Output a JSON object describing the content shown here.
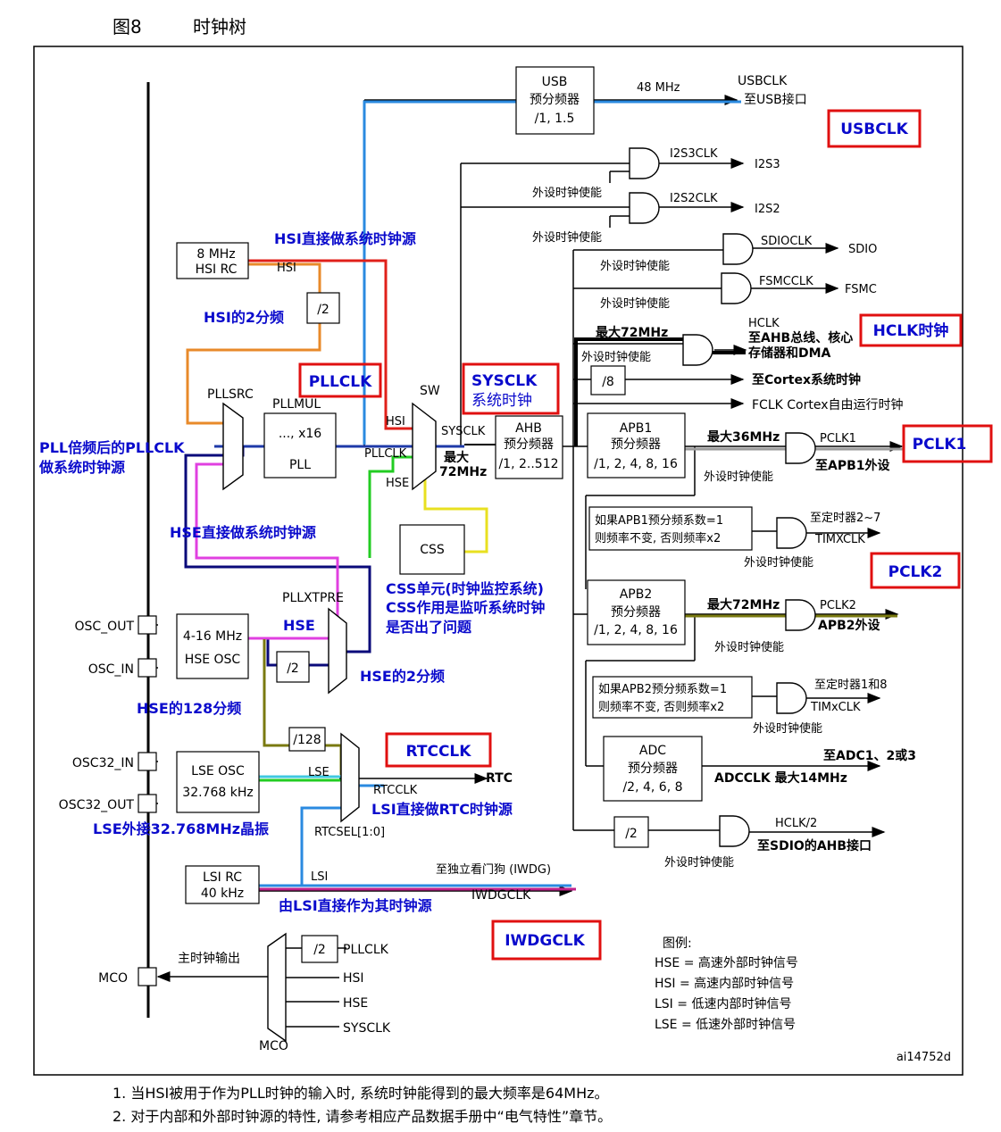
{
  "figure": {
    "number": "图8",
    "title": "时钟树"
  },
  "blocks": {
    "usb_prescaler": [
      "USB",
      "预分频器",
      "/1, 1.5"
    ],
    "hsi_rc": [
      "8 MHz",
      "HSI RC"
    ],
    "hsi_div2": "/2",
    "pllmul": {
      "label": "PLLMUL",
      "inner": [
        "..., x16",
        "PLL"
      ]
    },
    "pllsrc": "PLLSRC",
    "sw": "SW",
    "ahb": [
      "AHB",
      "预分频器",
      "/1, 2..512"
    ],
    "apb1": [
      "APB1",
      "预分频器",
      "/1, 2, 4, 8, 16"
    ],
    "apb2": [
      "APB2",
      "预分频器",
      "/1, 2, 4, 8, 16"
    ],
    "adc": [
      "ADC",
      "预分频器",
      "/2, 4, 6, 8"
    ],
    "css": "CSS",
    "pllxtpre": "PLLXTPRE",
    "hse_div2": "/2",
    "hse_osc": [
      "4-16 MHz",
      "HSE OSC"
    ],
    "div128": "/128",
    "lse_osc": [
      "LSE OSC",
      "32.768 kHz"
    ],
    "lsi_rc": [
      "LSI RC",
      "40 kHz"
    ],
    "div8": "/8",
    "hclk_div2": "/2",
    "mco_div2": "/2"
  },
  "pins": [
    "OSC_OUT",
    "OSC_IN",
    "OSC32_IN",
    "OSC32_OUT",
    "MCO"
  ],
  "signals": {
    "usb_freq": "48 MHz",
    "usbclk": "USBCLK",
    "usb_dest": "至USB接口",
    "i2s3clk": "I2S3CLK",
    "i2s3": "I2S3",
    "i2s2clk": "I2S2CLK",
    "i2s2": "I2S2",
    "sdioclk": "SDIOCLK",
    "sdio": "SDIO",
    "fsmcclk": "FSMCCLK",
    "fsmc": "FSMC",
    "hclk": "HCLK",
    "hclk_dest1": "至AHB总线、核心",
    "hclk_dest2": "存储器和DMA",
    "max72_ahb": "最大72MHz",
    "cortex_sys": "至Cortex系统时钟",
    "fclk": "FCLK Cortex自由运行时钟",
    "max36": "最大36MHz",
    "pclk1": "PCLK1",
    "pclk1_dest": "至APB1外设",
    "apb1_timer_note": [
      "如果APB1预分频系数=1",
      "则频率不变, 否则频率x2"
    ],
    "timer27": "至定时器2~7",
    "timxclk": "TIMXCLK",
    "max72_apb2": "最大72MHz",
    "pclk2": "PCLK2",
    "pclk2_dest": "APB2外设",
    "apb2_timer_note": [
      "如果APB2预分频系数=1",
      "则频率不变, 否则频率x2"
    ],
    "timer18": "至定时器1和8",
    "timxclk2": "TIMxCLK",
    "adc_dest": "至ADC1、2或3",
    "adcclk": "ADCCLK 最大14MHz",
    "hclk2": "HCLK/2",
    "sdio_ahb": "至SDIO的AHB接口",
    "periph_en": "外设时钟使能",
    "hsi": "HSI",
    "pllclk": "PLLCLK",
    "hse": "HSE",
    "sysclk": "SYSCLK",
    "max72": [
      "最大",
      "72MHz"
    ],
    "lse": "LSE",
    "rtc": "RTC",
    "rtcclk": "RTCCLK",
    "rtcsel": "RTCSEL[1:0]",
    "lsi": "LSI",
    "iwdg_dest": "至独立看门狗 (IWDG)",
    "iwdgclk": "IWDGCLK",
    "mco_out": "主时钟输出",
    "mco_pllclk": "PLLCLK",
    "mco_hsi": "HSI",
    "mco_hse": "HSE",
    "mco_sysclk": "SYSCLK",
    "mco_label": "MCO"
  },
  "annotations": {
    "hsi_direct": "HSI直接做系统时钟源",
    "hsi_div": "HSI的2分频",
    "pll_after": [
      "PLL倍频后的PLLCLK",
      "做系统时钟源"
    ],
    "hse_direct": "HSE直接做系统时钟源",
    "css_unit": [
      "CSS单元(时钟监控系统)",
      "CSS作用是监听系统时钟",
      "是否出了问题"
    ],
    "hse": "HSE",
    "hse_div2": "HSE的2分频",
    "hse_div128": "HSE的128分频",
    "lse_ext": "LSE外接32.768MHz晶振",
    "lsi_rtc": "LSI直接做RTC时钟源",
    "lsi_iwdg": "由LSI直接作为其时钟源",
    "sysclk_box": [
      "SYSCLK",
      "系统时钟"
    ]
  },
  "boxed_labels": {
    "usbclk": "USBCLK",
    "pllclk": "PLLCLK",
    "hclk": "HCLK时钟",
    "pclk1": "PCLK1",
    "pclk2": "PCLK2",
    "rtcclk": "RTCCLK",
    "iwdgclk": "IWDGCLK"
  },
  "legend": {
    "title": "图例:",
    "items": [
      "HSE = 高速外部时钟信号",
      "HSI = 高速内部时钟信号",
      "LSI = 低速内部时钟信号",
      "LSE = 低速外部时钟信号"
    ]
  },
  "figure_id": "ai14752d",
  "notes": [
    "1.  当HSI被用于作为PLL时钟的输入时, 系统时钟能得到的最大频率是64MHz。",
    "2.  对于内部和外部时钟源的特性, 请参考相应产品数据手册中“电气特性”章节。"
  ],
  "colors": {
    "hsi_path": "#e0201a",
    "hsi_div_path": "#e88a2a",
    "pll_path": "#1e3aa8",
    "hse_path": "#e040e0",
    "hse_pll": "#0a0a7a",
    "css_path": "#e8e020",
    "green_path": "#22cc22",
    "usb_path": "#2a8ae0",
    "lse_path": "#40c8e0",
    "lsi_path": "#2a8ae0",
    "iwdg_path": "#c0208a",
    "gray_path": "#9a9a9a",
    "olive_path": "#7a7a10",
    "label_box": "#e01010",
    "annotation": "#0a0acc"
  }
}
